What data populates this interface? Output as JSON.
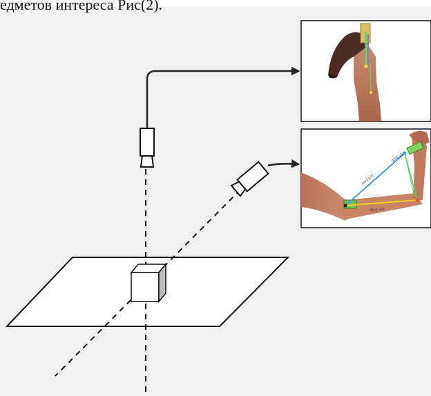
{
  "header": {
    "text": "едметов интереса Рис(2)."
  },
  "photo_bottom": {
    "labels": [
      "d(v2,v3)",
      "d(v1,v3)",
      "d(v1,v2)"
    ]
  }
}
